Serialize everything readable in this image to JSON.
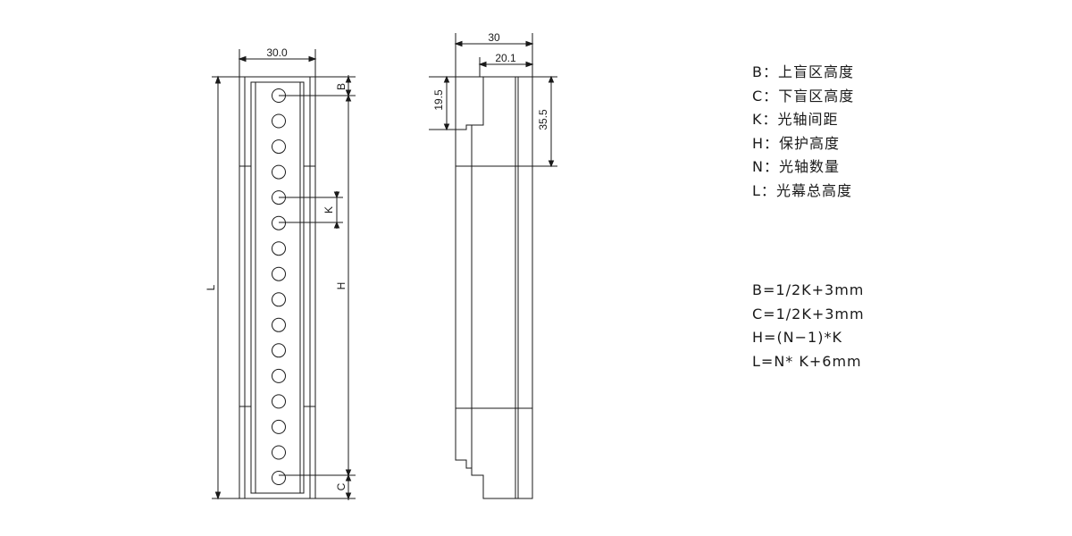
{
  "front_view": {
    "width_label": "30.0",
    "height_label": "L",
    "blind_top_label": "B",
    "blind_bottom_label": "C",
    "pitch_label": "K",
    "protect_height_label": "H",
    "emitter_count": 16
  },
  "side_view": {
    "total_width_label": "30",
    "inner_width_label": "20.1",
    "left_height_label": "19.5",
    "right_height_label": "35.5"
  },
  "legend": [
    {
      "key": "B",
      "sep": "：",
      "desc": "上盲区高度"
    },
    {
      "key": "C",
      "sep": "：",
      "desc": "下盲区高度"
    },
    {
      "key": "K",
      "sep": "：",
      "desc": "光轴间距"
    },
    {
      "key": "H",
      "sep": "：",
      "desc": "保护高度"
    },
    {
      "key": "N",
      "sep": "：",
      "desc": "光轴数量"
    },
    {
      "key": "L",
      "sep": "：",
      "desc": "光幕总高度"
    }
  ],
  "formulas": [
    "B=1/2K+3mm",
    "C=1/2K+3mm",
    "H=(N−1)*K",
    "L=N* K+6mm"
  ],
  "colors": {
    "line": "#1a1a1a",
    "background": "#ffffff"
  }
}
